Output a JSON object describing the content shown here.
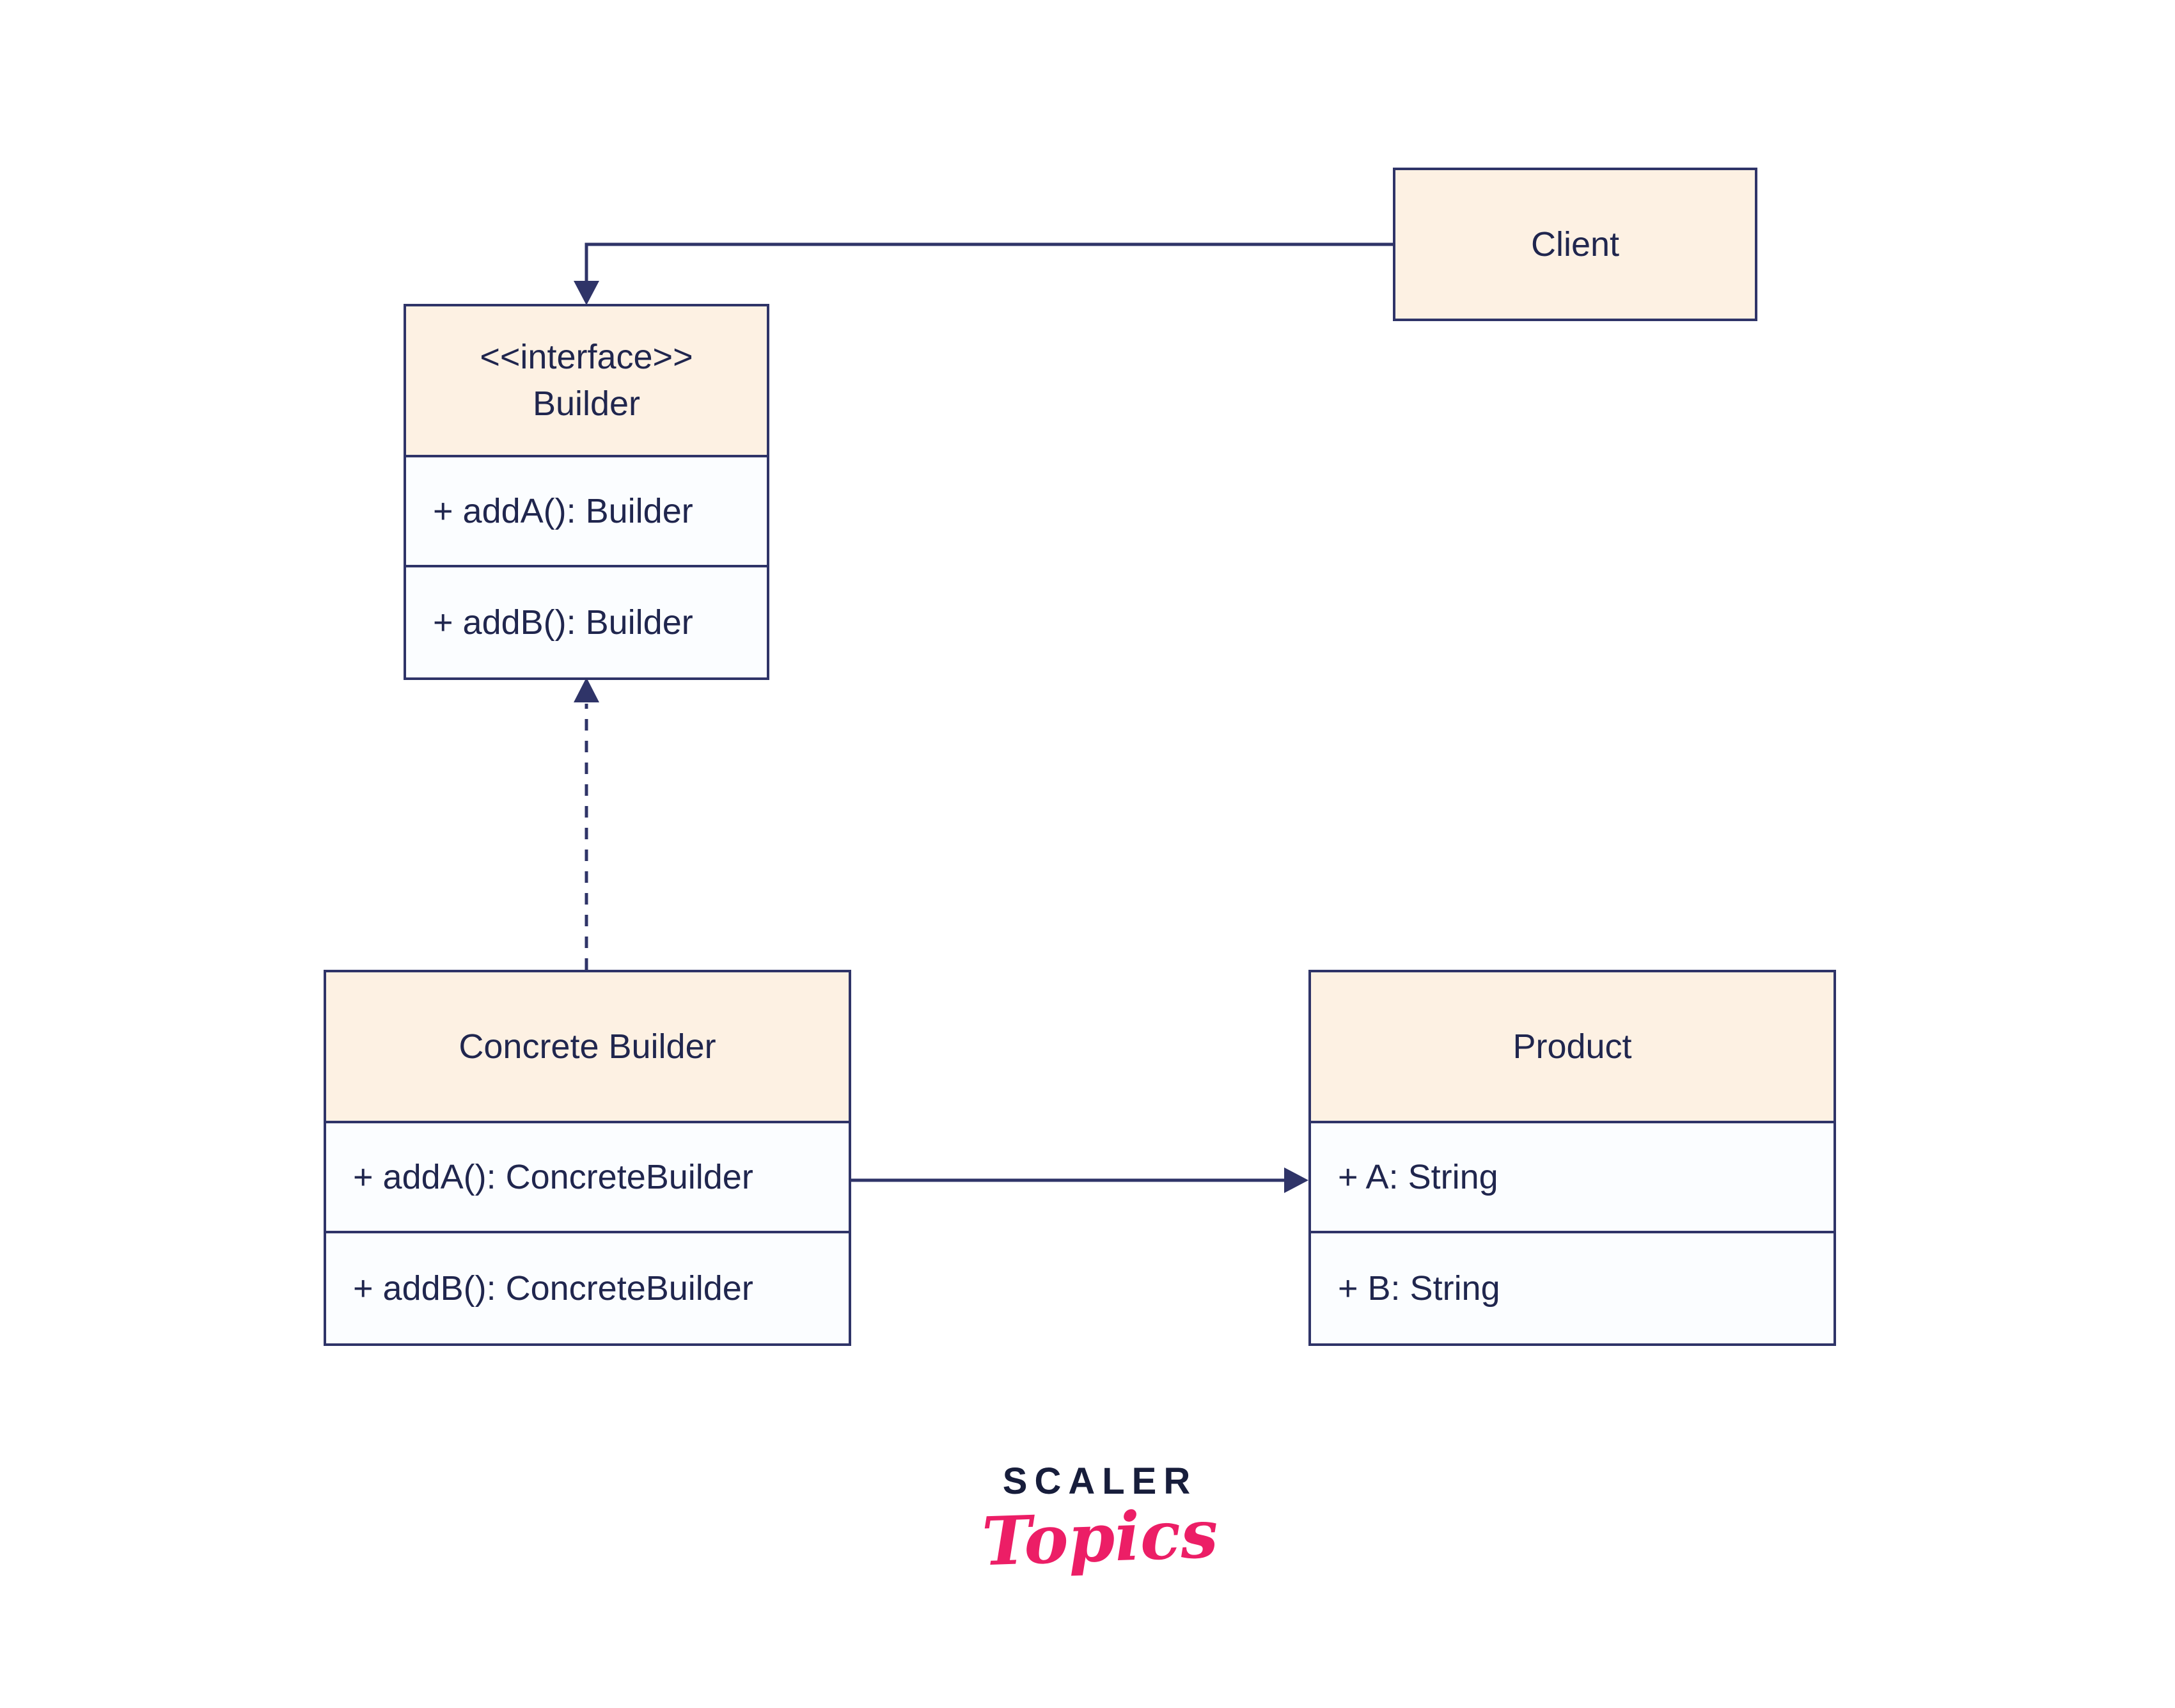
{
  "diagram": {
    "client": {
      "label": "Client"
    },
    "builder": {
      "stereotype": "<<interface>>",
      "name": "Builder",
      "methods": [
        "+ addA(): Builder",
        "+ addB(): Builder"
      ]
    },
    "concrete_builder": {
      "name": "Concrete Builder",
      "methods": [
        "+ addA(): ConcreteBuilder",
        "+ addB(): ConcreteBuilder"
      ]
    },
    "product": {
      "name": "Product",
      "fields": [
        "+ A: String",
        "+ B: String"
      ]
    },
    "relations": [
      {
        "from": "Client",
        "to": "Builder",
        "type": "association",
        "style": "solid"
      },
      {
        "from": "Concrete Builder",
        "to": "Builder",
        "type": "realization",
        "style": "dashed"
      },
      {
        "from": "Concrete Builder",
        "to": "Product",
        "type": "association",
        "style": "solid"
      }
    ],
    "logo": {
      "brand": "SCALER",
      "sub": "Topics"
    },
    "colors": {
      "header_fill": "#fdf1e3",
      "body_fill": "#fbfdff",
      "border": "#2f3468",
      "text": "#20264e",
      "accent_pink": "#ec1e66",
      "logo_navy": "#171d3b"
    }
  }
}
